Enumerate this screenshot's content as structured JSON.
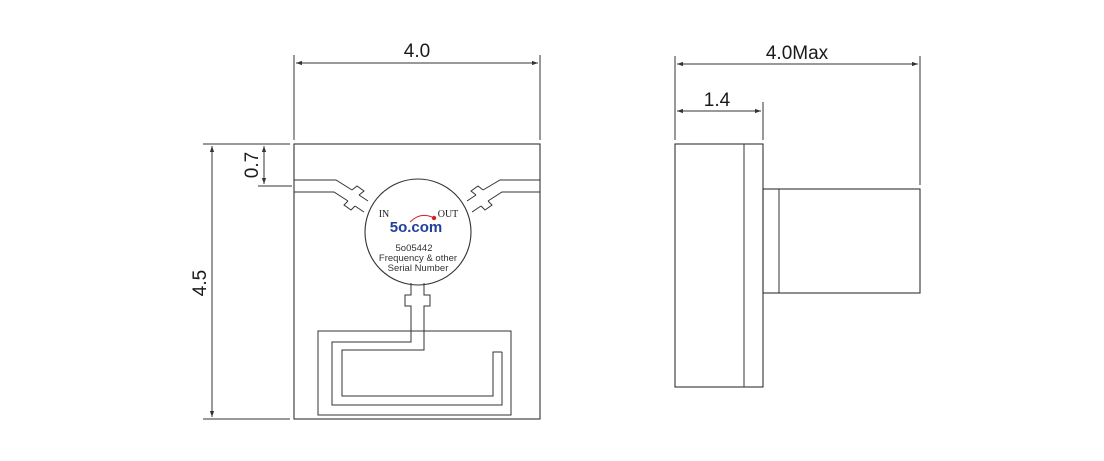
{
  "front_view": {
    "width_label": "4.0",
    "height_label": "4.5",
    "offset_label": "0.7",
    "port_in": "IN",
    "port_out": "OUT",
    "logo": "5o.com",
    "part_number": "5o05442",
    "note_line1": "Frequency & other",
    "note_line2": "Serial Number"
  },
  "side_view": {
    "overall_label": "4.0Max",
    "body_label": "1.4"
  },
  "colors": {
    "line": "#333333",
    "logo_blue": "#1f3f9a",
    "logo_red": "#d0202a"
  }
}
